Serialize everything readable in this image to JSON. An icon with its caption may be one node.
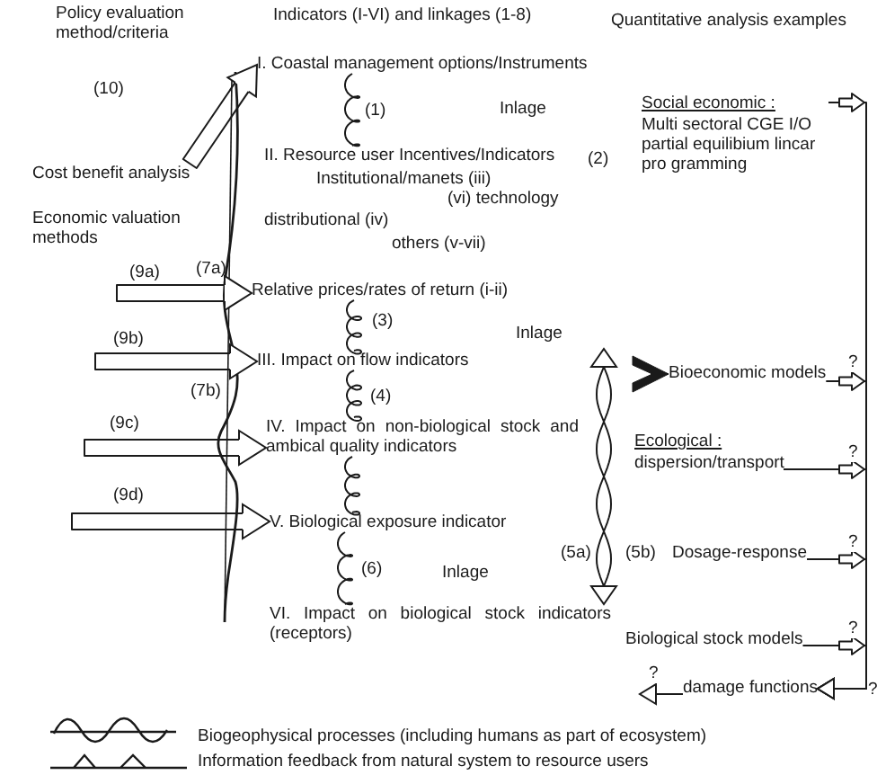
{
  "diagram": {
    "nodes": [
      {
        "text": [
          "Cost benefit analysis"
        ]
      },
      {
        "text": [
          "I. Coastal management options/Instruments"
        ]
      },
      {
        "text": [
          "II. Resource user Incentives/Indicators",
          "Institutional/manets (iii)",
          "(vi) technology",
          "distributional (iv)",
          "others (v-vii)",
          "Relative prices/rates of return (i-ii)"
        ]
      },
      {
        "text": [
          "III. Impact on flow indicators"
        ]
      },
      {
        "text": [
          "IV. Impact on non-biological stock and ambical quality indicators"
        ]
      },
      {
        "text": [
          "V. Biological exposure indicator"
        ]
      },
      {
        "text": [
          "VI. Impact on biological stock indicators (receptors)"
        ]
      },
      {
        "text": [
          "Social economic :",
          "Multi sectoral CGE I/O partial equilibium lincar pro gramming"
        ]
      },
      {
        "text": [
          "Bioeconomic models"
        ]
      },
      {
        "text": [
          "Ecological :",
          "dispersion/transport"
        ]
      },
      {
        "text": [
          "Dosage-response"
        ]
      },
      {
        "text": [
          "Biological stock models"
        ]
      },
      {
        "text": [
          "damage functions"
        ]
      }
    ],
    "edges": [
      {
        "from": 0,
        "to": 1,
        "arrow": "to",
        "label": "(10)"
      },
      {
        "from": 1,
        "to": 2,
        "arrow": "none",
        "label": "(1)"
      },
      {
        "from": 2,
        "to": 3,
        "arrow": "none",
        "label": "(3)"
      },
      {
        "from": 3,
        "to": 4,
        "arrow": "none",
        "label": "(4)"
      },
      {
        "from": 4,
        "to": 5,
        "arrow": "none"
      },
      {
        "from": 5,
        "to": 6,
        "arrow": "none",
        "label": "(6)"
      },
      {
        "from": null,
        "to": 2,
        "arrow": "to",
        "label": "(9a)"
      },
      {
        "from": null,
        "to": 3,
        "arrow": "to",
        "label": "(9b)"
      },
      {
        "from": null,
        "to": 4,
        "arrow": "to",
        "label": "(9c)"
      },
      {
        "from": null,
        "to": 5,
        "arrow": "to",
        "label": "(9d)"
      },
      {
        "from": null,
        "to": 8,
        "arrow": "to"
      },
      {
        "from": null,
        "to": 6,
        "arrow": "both"
      },
      {
        "from": 7,
        "to": 12,
        "arrow": "to"
      },
      {
        "from": 8,
        "to": 12,
        "arrow": "to",
        "label": "?"
      },
      {
        "from": 9,
        "to": 12,
        "arrow": "to",
        "label": "?"
      },
      {
        "from": 10,
        "to": 12,
        "arrow": "to",
        "label": "?"
      },
      {
        "from": 11,
        "to": 12,
        "arrow": "to",
        "label": "?"
      },
      {
        "from": 12,
        "to": null,
        "arrow": "to",
        "label": "?"
      }
    ],
    "labels": [
      "Policy evaluation method/criteria",
      "Indicators (I-VI) and linkages (1-8)",
      "Quantitative analysis examples",
      "Inlage",
      "(2)",
      "Economic valuation methods",
      "(7a)",
      "Inlage",
      "(7b)",
      "(5a)",
      "(5b)",
      "Inlage",
      "?"
    ],
    "legend": [
      {
        "text": "Biogeophysical processes (including humans as part of ecosystem)"
      },
      {
        "text": "Information feedback from natural system to resource users"
      }
    ]
  }
}
